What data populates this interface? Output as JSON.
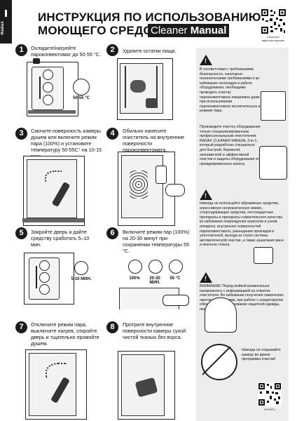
{
  "header": {
    "brand": "Radax",
    "title_line1": "ИНСТРУКЦИЯ ПО ИСПОЛЬЗОВАНИЮ",
    "title_line2": "МОЮЩЕГО СРЕДСТВА",
    "product_light": "Cleaner ",
    "product_bold": "Manual",
    "qr_caption": "Смотрите видеоинструкцию"
  },
  "steps": [
    {
      "num": "1",
      "text": "Охладите/нагрейте пароконвектомат до 50-55 °С.",
      "temp": "50-55 °С"
    },
    {
      "num": "2",
      "text": "Удалите остатки пищи."
    },
    {
      "num": "3",
      "text": "Смочите поверхность камеры душем или включите режим пара (100%) и установите температуру 50-55С° на 10-15 мин."
    },
    {
      "num": "4",
      "text": "Обильно нанесите очиститель на внутренние поверхности пароконвектомата."
    },
    {
      "num": "5",
      "text": "Закройте дверь и дайте средству сработать 5–10 мин.",
      "timer": "5-10 МИН."
    },
    {
      "num": "6",
      "text": "Включите режим пар (100%) на 20-30 минут при сохранении температуры 55 °С.",
      "icons": [
        "100%",
        "20-30 МИН.",
        "55 °С"
      ]
    },
    {
      "num": "7",
      "text": "Отключите режим пара, выключите нагрев, откройте дверь и тщательно промойте душем."
    },
    {
      "num": "8",
      "text": "Протрите внутренние поверхности камеры сухой чистой тканью без ворса."
    }
  ],
  "sidebar": {
    "note1": "В соответствии с требованиями безопасности, санитарно-гигиеническими требованиями и во избежание неполадок в работе оборудования, необходимо проводить очистку пароконвектомата ежедневно даже при использовании пароконвектомата исключительно в режиме пара.",
    "note2": "Производите очистку оборудования только специализированным профессиональным очистителем RADAX CLEANER MANUAL 3-in-1, который разработан специально для быстрой, бережной, экономичной и эффективной очистки и защиты оборудования от преждевременного износа.",
    "note3": "Никогда не используйте абразивные средства, агрессивную неорганическую химию, хлорсодержащие средства, нестандартные препараты и препараты сомнительного качества во избежание повреждения агрегатов и узлов аппарата, внутренних поверхностей пароконвектомата, разъедания прокладок и уплотнителей, выхода из строя системы автоматической очистки, а также зашатания ванн и моечное стекла.",
    "note4": "ВНИМАНИЕ! Перед мойкой внимательно ознакомьтесь с информацией на этикетке очистителя. Во избежание получения химических ожогов и иных травм, при работе с концентратом обязательно использование защитной одежды, перчаток и очков.",
    "note5": "Никогда не открывайте камеру во время программы очистки!",
    "qr_caption": "КУПИТЬ"
  }
}
